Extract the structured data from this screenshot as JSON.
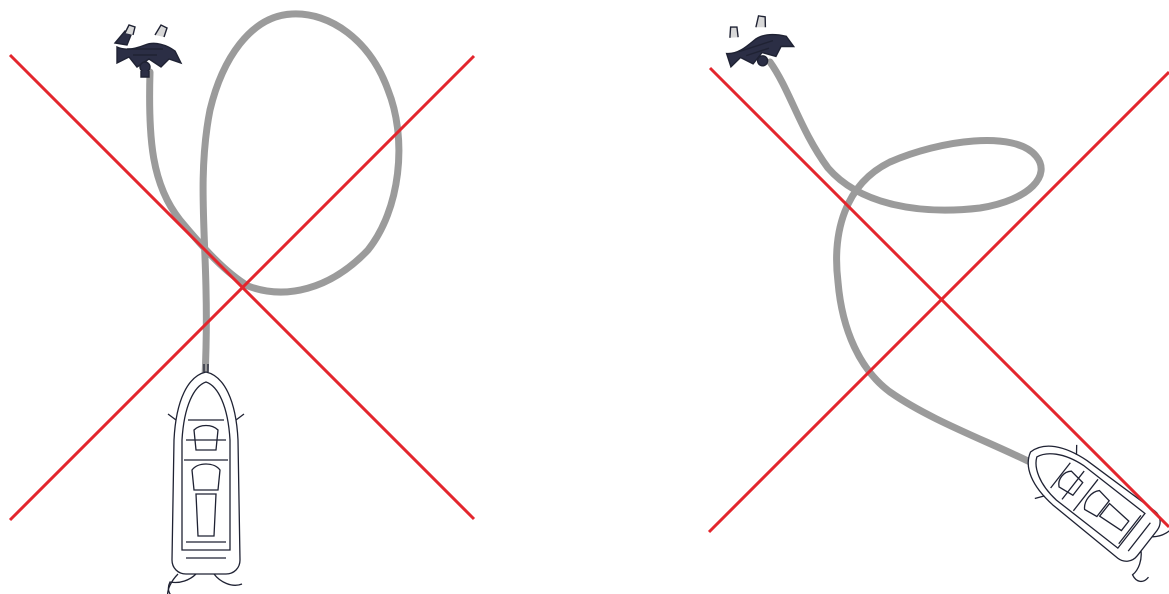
{
  "panels": [
    {
      "id": "left",
      "label": "",
      "status": "incorrect",
      "subject": "jet-ski-with-hose-to-nozzle-vertical"
    },
    {
      "id": "right",
      "label": "",
      "status": "incorrect",
      "subject": "jet-ski-with-hose-to-nozzle-diagonal"
    }
  ],
  "colors": {
    "background": "#ffffff",
    "hose": "#9b9b9b",
    "outline": "#1f2233",
    "cross": "#e3262d"
  },
  "icons": {
    "cross_mark": "red-x-icon",
    "watercraft": "jet-ski-icon",
    "nozzle": "nozzle-icon",
    "hose": "hose-icon"
  }
}
